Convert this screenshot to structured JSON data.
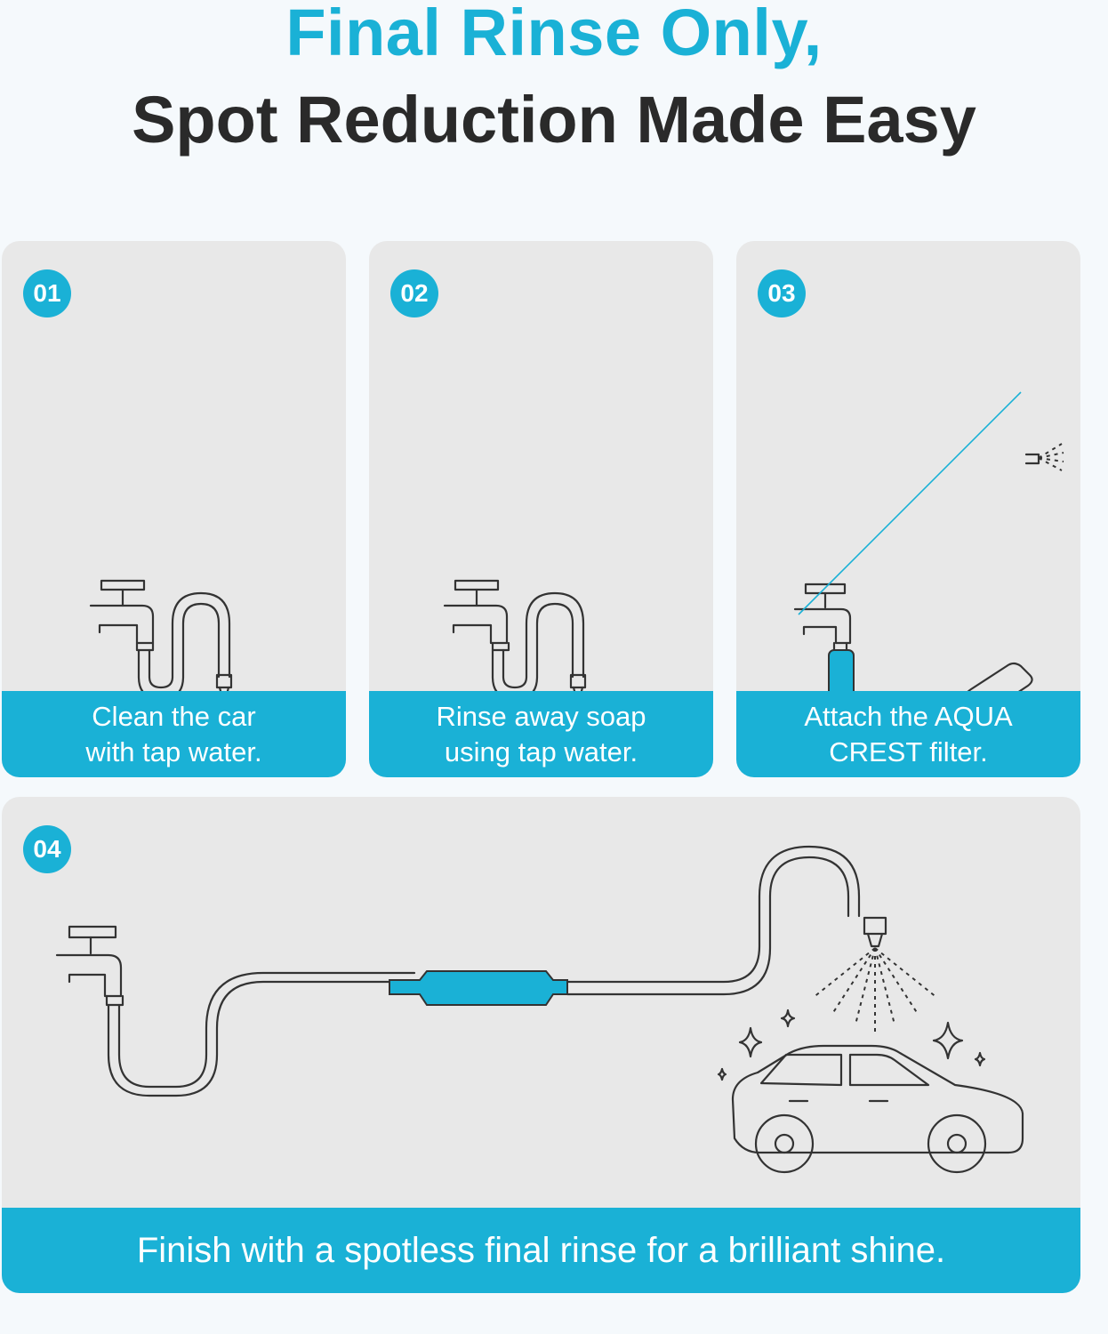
{
  "header": {
    "line1": "Final Rinse Only,",
    "line2": "Spot Reduction Made Easy"
  },
  "steps": [
    {
      "number": "01",
      "caption_line1": "Clean the car",
      "caption_line2": "with tap water."
    },
    {
      "number": "02",
      "caption_line1": "Rinse away soap",
      "caption_line2": "using tap water."
    },
    {
      "number": "03",
      "caption_line1": "Attach the AQUA",
      "caption_line2": "CREST filter."
    },
    {
      "number": "04",
      "caption": "Finish with a spotless final rinse for a brilliant shine."
    }
  ],
  "colors": {
    "accent": "#1ab1d6",
    "card_bg": "#e8e8e8",
    "title_dark": "#2a2a2a"
  }
}
